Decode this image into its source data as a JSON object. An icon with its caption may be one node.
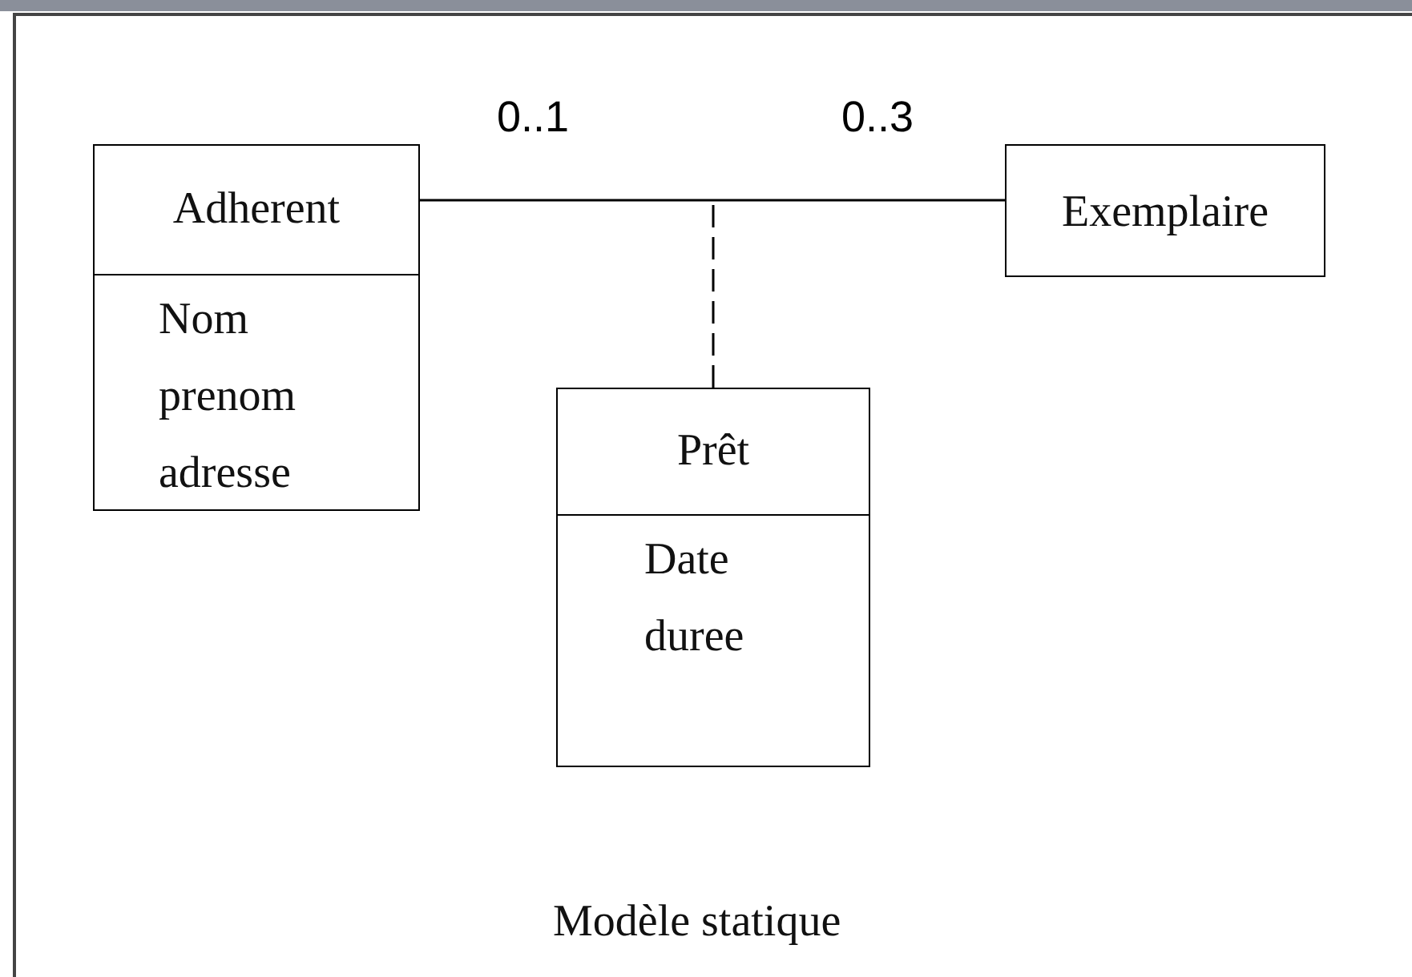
{
  "diagram": {
    "caption": "Modèle statique",
    "nodes": [
      {
        "text": [
          "Adherent",
          "Nom prenom adresse"
        ]
      },
      {
        "text": [
          "Exemplaire"
        ]
      },
      {
        "text": [
          "Prêt",
          "Date duree"
        ]
      }
    ],
    "edges": [
      {
        "from": 0,
        "to": 1,
        "arrow": "none"
      },
      {
        "from": 2,
        "to": null,
        "arrow": "none",
        "style": "dashed"
      }
    ],
    "labels": [
      "0..1",
      "0..3"
    ]
  }
}
